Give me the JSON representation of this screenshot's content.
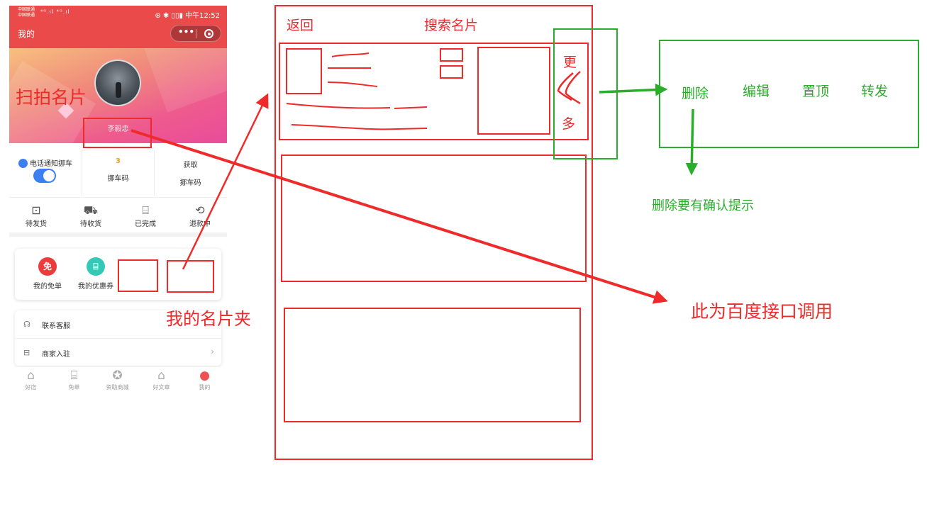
{
  "phone": {
    "status": {
      "carrier_line1": "中国联通",
      "carrier_line2": "中国联通",
      "signals": "⁴ᴳ.ıl ⁴ᴳ.ıl",
      "right": "⊛ ✱ ▯▯▮ 中午12:52"
    },
    "nav": {
      "title": "我的",
      "capsule_dots": "•••"
    },
    "profile": {
      "username": "李毅忠"
    },
    "features": {
      "notify_label": "电话通知挪车",
      "notify_enabled": true,
      "move_code_count": "3",
      "move_code_label": "挪车码",
      "get_label": "获取",
      "get_label2": "挪车码"
    },
    "orders": [
      {
        "icon": "package-icon",
        "glyph": "⊡",
        "label": "待发货"
      },
      {
        "icon": "truck-icon",
        "glyph": "⛟",
        "label": "待收货"
      },
      {
        "icon": "gift-icon",
        "glyph": "⌸",
        "label": "已完成"
      },
      {
        "icon": "refund-icon",
        "glyph": "⟲",
        "label": "退款中"
      }
    ],
    "tools": [
      {
        "icon": "free-icon",
        "glyph": "免",
        "label": "我的免单"
      },
      {
        "icon": "coupon-icon",
        "glyph": "⌸",
        "label": "我的优惠券"
      }
    ],
    "list": [
      {
        "icon": "headset-icon",
        "glyph": "☊",
        "label": "联系客服",
        "chevron": "›"
      },
      {
        "icon": "shop-icon",
        "glyph": "⊟",
        "label": "商家入驻",
        "chevron": "›"
      }
    ],
    "tabs": [
      {
        "icon": "store-icon",
        "glyph": "⌂",
        "label": "好店"
      },
      {
        "icon": "gift-tab-icon",
        "glyph": "⌸",
        "label": "免单"
      },
      {
        "icon": "medal-icon",
        "glyph": "✪",
        "label": "资助商城"
      },
      {
        "icon": "article-icon",
        "glyph": "⌂",
        "label": "好文章"
      },
      {
        "icon": "profile-tab-icon",
        "glyph": "●",
        "label": "我的"
      }
    ]
  },
  "annotations": {
    "scan_card": "扫拍名片",
    "card_holder": "我的名片夹",
    "back": "返回",
    "search_card": "搜索名片",
    "more_top": "更",
    "more_bottom": "多",
    "menu": {
      "delete": "删除",
      "edit": "编辑",
      "pin": "置顶",
      "forward": "转发"
    },
    "delete_confirm": "删除要有确认提示",
    "baidu_api": "此为百度接口调用"
  },
  "colors": {
    "annotation_red": "#ef2a2a",
    "annotation_green": "#2aad2a",
    "brand_red": "#ea4a4a",
    "toggle_blue": "#3c7ff0"
  }
}
